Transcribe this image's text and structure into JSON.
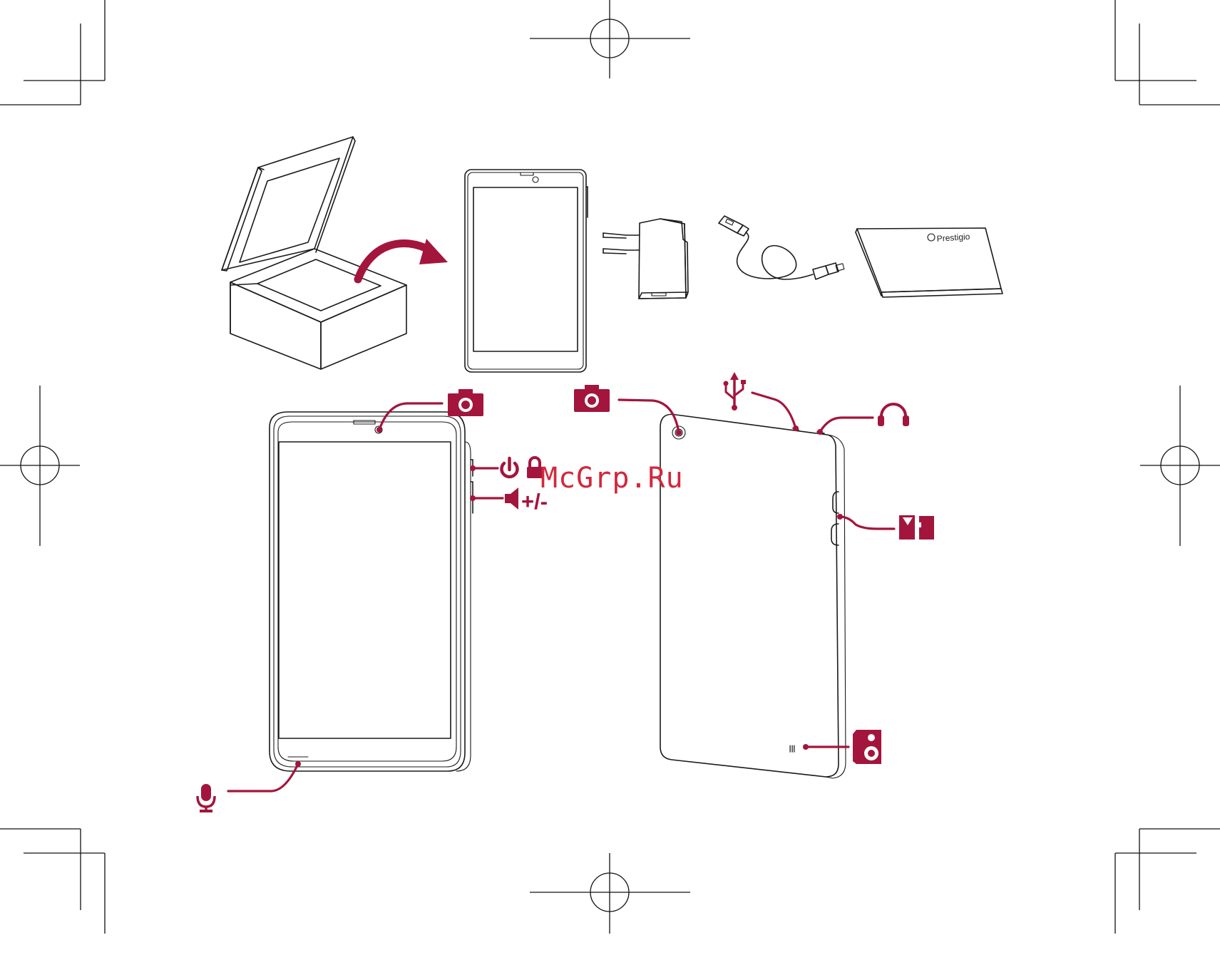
{
  "watermark": "McGrp.Ru",
  "package_contents": {
    "manual_brand": "Prestigio"
  },
  "front_view": {
    "power_symbol_label": "power-lock",
    "volume_label": "+/-"
  },
  "back_view": {
    "speaker_grille_mark": "≡"
  },
  "colors": {
    "accent": "#a3153c",
    "watermark": "#d2283c",
    "line": "#1a1a1a"
  },
  "icons": [
    "box-icon",
    "arrow-icon",
    "tablet-icon",
    "charger-icon",
    "usb-cable-icon",
    "manual-icon",
    "camera-icon",
    "power-icon",
    "lock-icon",
    "volume-icon",
    "microphone-icon",
    "usb-icon",
    "headphones-icon",
    "microsd-icon",
    "speaker-icon"
  ]
}
